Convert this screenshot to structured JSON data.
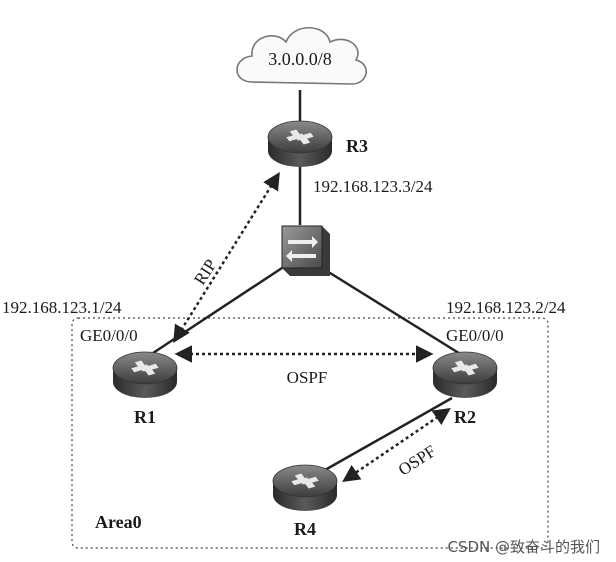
{
  "cloud": {
    "label": "3.0.0.0/8"
  },
  "routers": {
    "r1": {
      "name": "R1",
      "ip": "192.168.123.1/24",
      "port": "GE0/0/0"
    },
    "r2": {
      "name": "R2",
      "ip": "192.168.123.2/24",
      "port": "GE0/0/0"
    },
    "r3": {
      "name": "R3",
      "ip": "192.168.123.3/24"
    },
    "r4": {
      "name": "R4"
    }
  },
  "links": {
    "rip": "RIP",
    "ospf_r1_r2": "OSPF",
    "ospf_r2_r4": "OSPF"
  },
  "area": {
    "label": "Area0"
  },
  "watermark": "CSDN @致奋斗的我们",
  "icons": {
    "router": "router-icon",
    "switch": "switch-icon",
    "cloud": "cloud-icon"
  }
}
